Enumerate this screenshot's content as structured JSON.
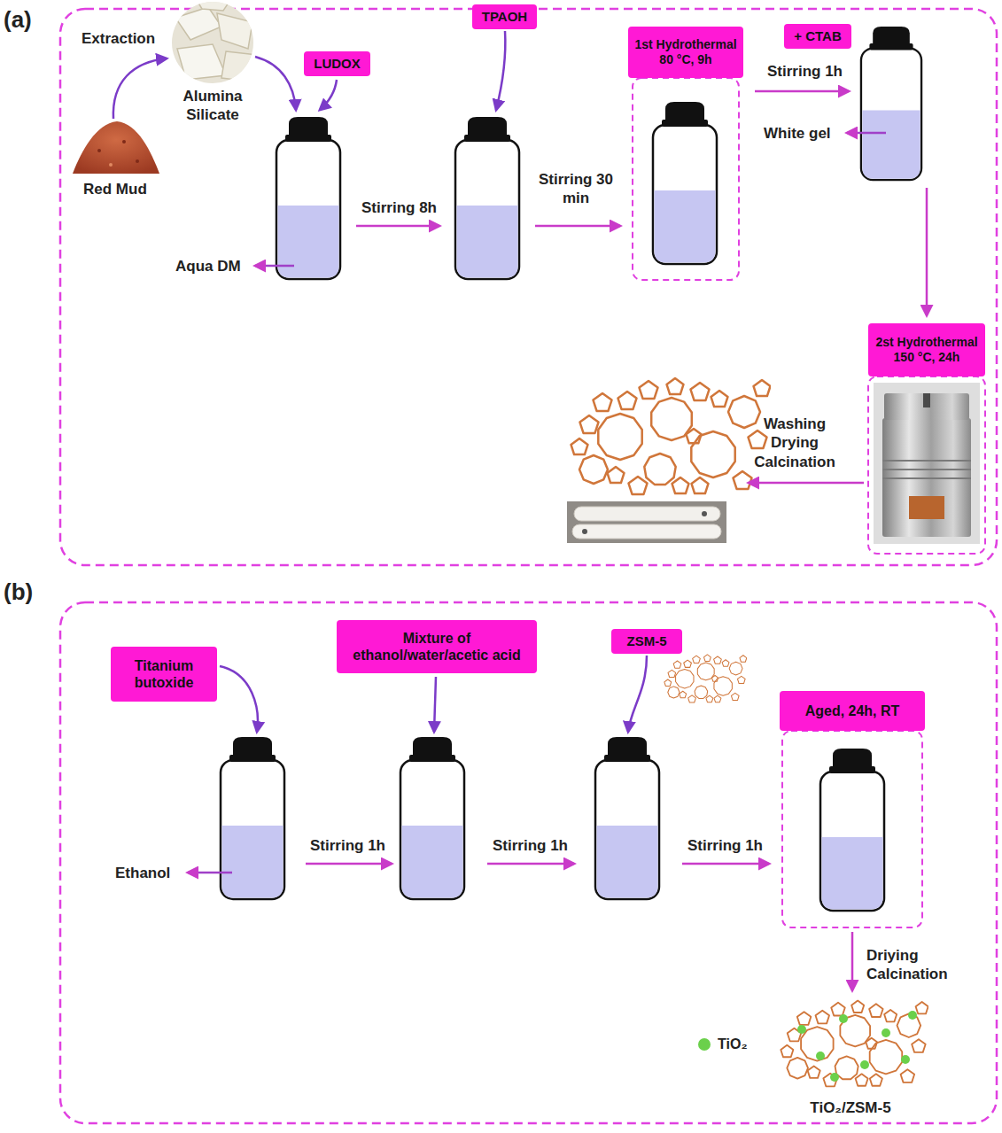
{
  "diagram": {
    "nodes": [
      {
        "text": [
          "LUDOX"
        ]
      },
      {
        "text": [
          "TPAOH"
        ]
      },
      {
        "text": [
          "1st Hydrothermal 80 °C, 9h"
        ]
      },
      {
        "text": [
          "+ CTAB"
        ]
      },
      {
        "text": [
          "2st Hydrothermal 150 °C, 24h"
        ]
      },
      {
        "text": [
          "Titanium butoxide"
        ]
      },
      {
        "text": [
          "Mixture of ethanol/water/acetic acid"
        ]
      },
      {
        "text": [
          "ZSM-5"
        ]
      },
      {
        "text": [
          "Aged, 24h, RT"
        ]
      }
    ],
    "labels": [
      "(a)",
      "Extraction",
      "Alumina Silicate",
      "Red Mud",
      "Aqua DM",
      "Stirring 8h",
      "Stirring 30 min",
      "Stirring 1h",
      "White gel",
      "Washing Drying Calcination",
      "(b)",
      "Ethanol",
      "Stirring 1h",
      "Stirring 1h",
      "Stirring 1h",
      "Driying Calcination",
      "TiO₂/ZSM-5"
    ],
    "legend": [
      {
        "text": "TiO₂",
        "color": "#6bd04b"
      }
    ]
  }
}
